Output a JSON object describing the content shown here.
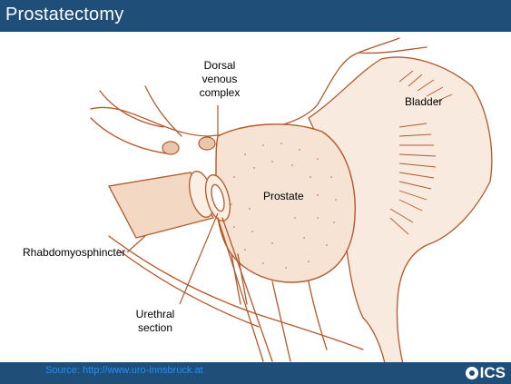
{
  "slide": {
    "title": "Prostatectomy",
    "source": "Source: http://www.uro-innsbruck.at",
    "logo_text": "ICS"
  },
  "labels": {
    "dorsal_venous_complex": [
      "Dorsal",
      "venous",
      "complex"
    ],
    "bladder": "Bladder",
    "prostate": "Prostate",
    "rhabdomyosphincter": "Rhabdomyosphincter",
    "urethral_section": [
      "Urethral",
      "section"
    ]
  },
  "colors": {
    "title_bar": "#1f4e79",
    "illustration_stroke": "#b5582a",
    "illustration_fill": "#f6e3d3",
    "source_text": "#1e90ff"
  }
}
